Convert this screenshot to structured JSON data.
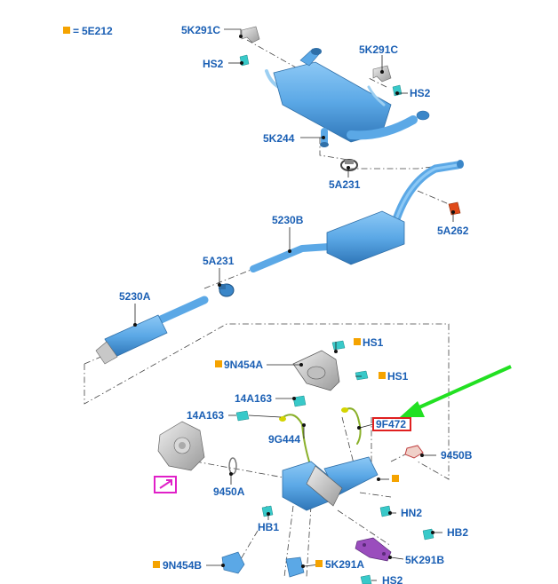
{
  "legend": {
    "code": "5E212",
    "prefix": "=",
    "marker_color": "#f5a300"
  },
  "colors": {
    "label": "#1a5fb4",
    "part_fill": "#5ba8e6",
    "part_dark": "#3a86c8",
    "clip_fill": "#38c9c9",
    "gasket_fill": "#9a4dbd",
    "accent_orange": "#f5a300",
    "highlight_red": "#e02020",
    "arrow_green": "#22e022",
    "magenta": "#e020c8"
  },
  "labels": {
    "rear_bracket_left": "5K291C",
    "rear_bracket_right": "5K291C",
    "clip_left": "HS2",
    "clip_right": "HS2",
    "rear_muffler": "5K244",
    "rear_clamp": "5A231",
    "rear_insulator": "5A262",
    "intermediate_pipe": "5230B",
    "mid_clamp": "5A231",
    "front_pipe": "5230A",
    "stud_upper": "HS1",
    "stud_lower": "HS1",
    "heat_shield_upper": "9N454A",
    "sensor_connector_a": "14A163",
    "sensor_connector_b": "14A163",
    "oxygen_sensor": "9G444",
    "highlighted_sensor": "9F472",
    "gasket_right": "9450B",
    "gasket_left": "9450A",
    "bolt_left": "HB1",
    "nut_right": "HN2",
    "bolt_right": "HB2",
    "bracket_lower_right": "5K291B",
    "heat_shield_lower": "9N454B",
    "bracket_lower": "5K291A",
    "clip_bottom": "HS2"
  }
}
